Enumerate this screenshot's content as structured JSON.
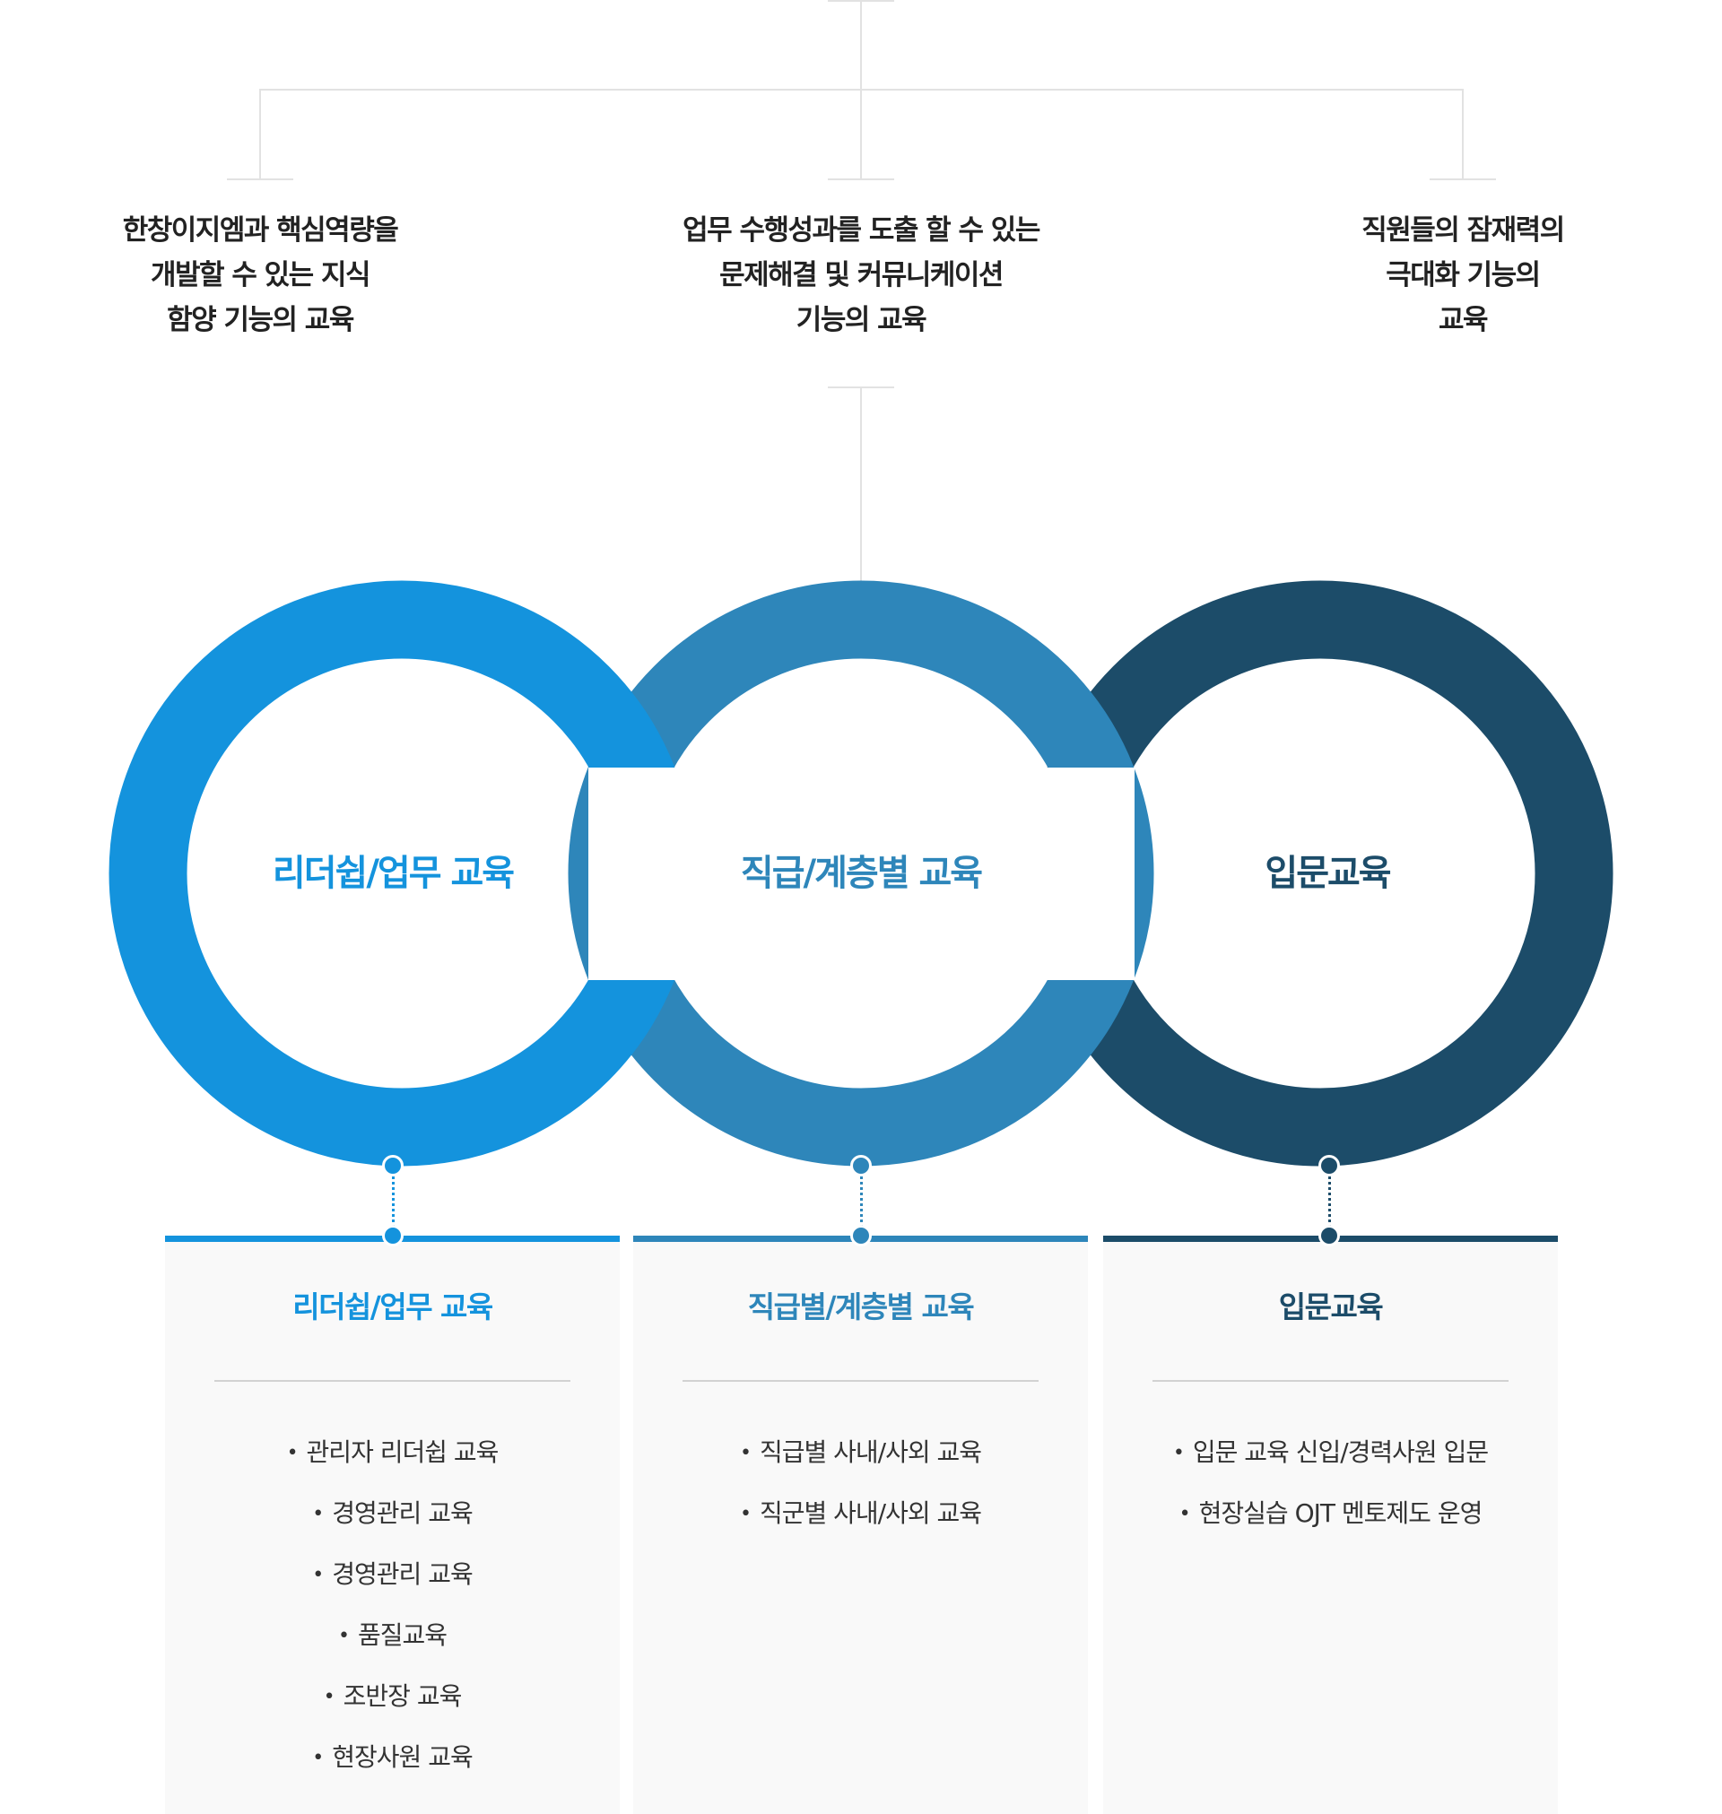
{
  "colors": {
    "leadership": "#1493dd",
    "rank": "#2e86ba",
    "intro": "#1c4c69",
    "connector_line": "#e2e2e2",
    "card_bg": "#f9f9f9",
    "text": "#222222"
  },
  "goals": [
    {
      "lines": [
        "한창이지엠과 핵심역량을",
        "개발할 수 있는 지식",
        "함양 기능의 교육"
      ]
    },
    {
      "lines": [
        "업무 수행성과를 도출 할 수 있는",
        "문제해결 및 커뮤니케이션",
        "기능의 교육"
      ]
    },
    {
      "lines": [
        "직원들의 잠재력의",
        "극대화 기능의",
        "교육"
      ]
    }
  ],
  "rings": [
    {
      "label": "리더쉽/업무 교육"
    },
    {
      "label": "직급/계층별 교육"
    },
    {
      "label": "입문교육"
    }
  ],
  "cards": [
    {
      "title": "리더쉽/업무 교육",
      "bullet": "•",
      "items": [
        "관리자 리더쉽 교육",
        "경영관리 교육",
        "경영관리 교육",
        "품질교육",
        "조반장 교육",
        "현장사원 교육"
      ]
    },
    {
      "title": "직급별/계층별 교육",
      "bullet": "•",
      "items": [
        "직급별 사내/사외 교육",
        "직군별 사내/사외 교육"
      ]
    },
    {
      "title": "입문교육",
      "bullet": "•",
      "items": [
        "입문 교육 신입/경력사원 입문",
        "현장실습 OJT 멘토제도 운영"
      ]
    }
  ]
}
